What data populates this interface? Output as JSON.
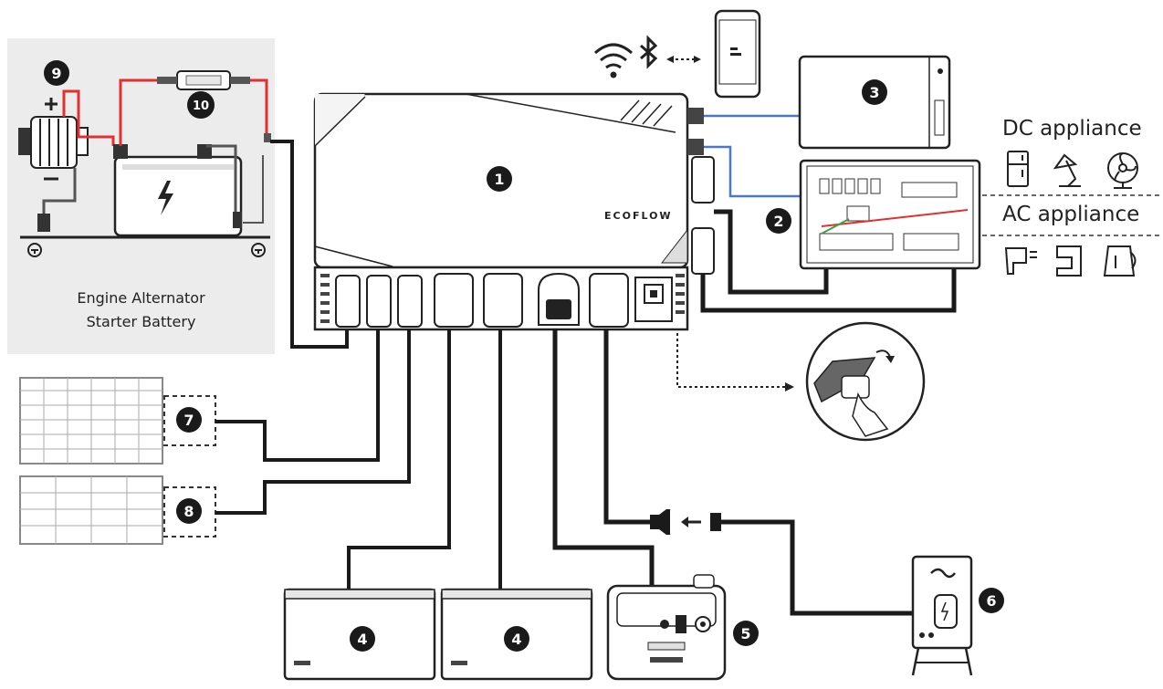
{
  "labels": {
    "dc_appliance": "DC appliance",
    "ac_appliance": "AC appliance",
    "engine_line1": "Engine Alternator",
    "engine_line2": "Starter Battery"
  },
  "device_brand": "ECOFLOW",
  "badges": [
    "1",
    "2",
    "3",
    "4",
    "4",
    "5",
    "6",
    "7",
    "8",
    "9",
    "10"
  ],
  "colors": {
    "cable": "#1a1a1a",
    "red_cable": "#e03030",
    "blue_cable": "#4a78c8",
    "panel_bg": "#ececec",
    "badge": "#1a1a1a"
  },
  "icons": [
    "wifi-icon",
    "bluetooth-icon",
    "phone-icon",
    "fridge-icon",
    "lamp-icon",
    "fan-icon",
    "hairdryer-icon",
    "coffee-maker-icon",
    "kettle-icon",
    "lightning-icon"
  ]
}
